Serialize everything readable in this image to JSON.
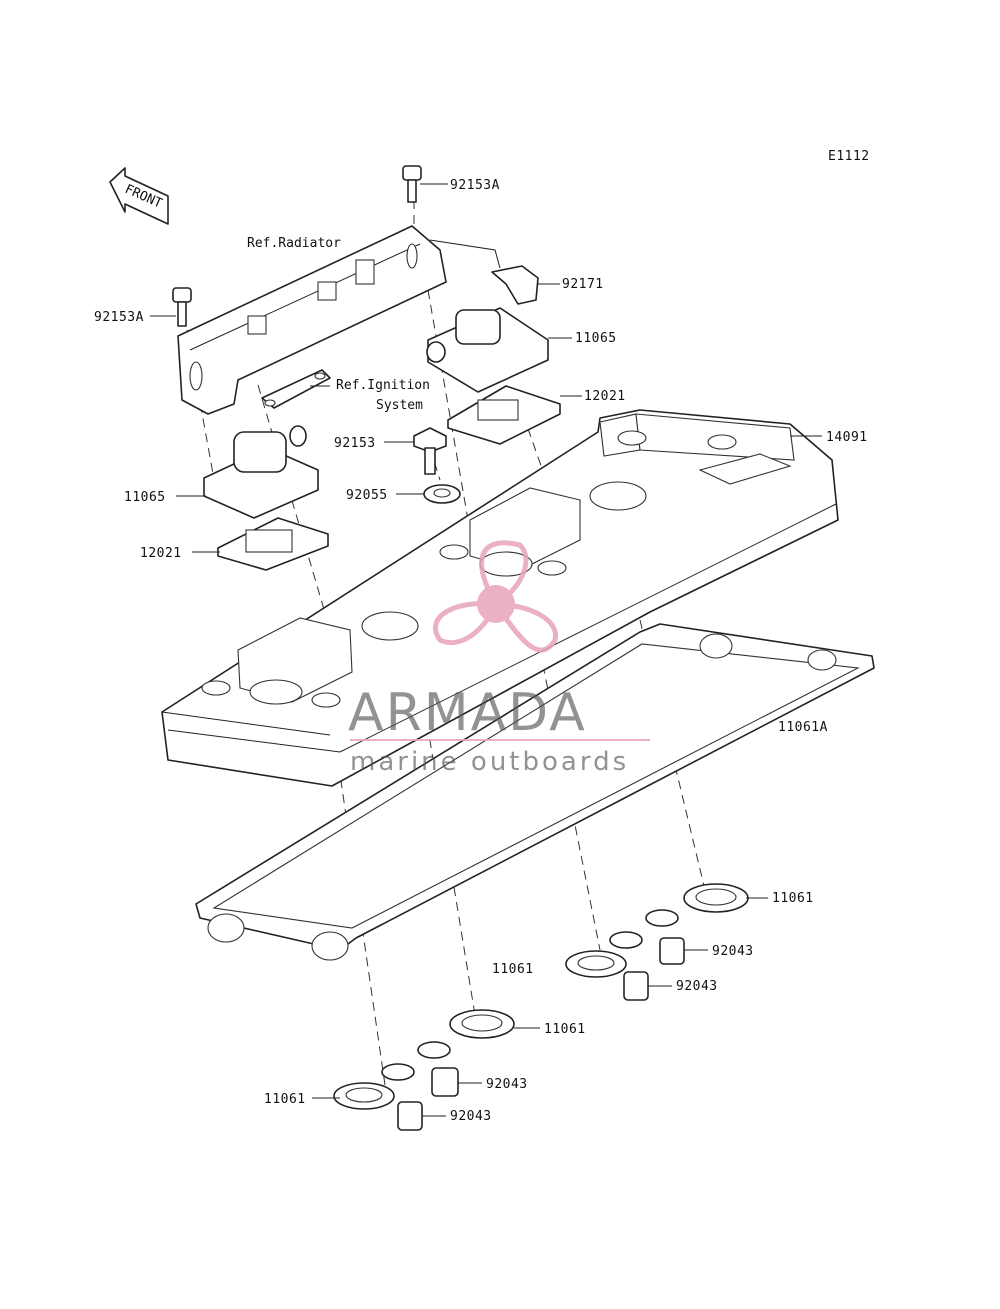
{
  "diagram_code": "E1112",
  "front_label": "FRONT",
  "references": {
    "radiator": "Ref.Radiator",
    "ignition_line1": "Ref.Ignition",
    "ignition_line2": "System"
  },
  "parts": {
    "bolt_right": "92153A",
    "bolt_left": "92153A",
    "clamp": "92171",
    "cap_right": "11065",
    "gasket_right": "12021",
    "cover": "14091",
    "bolt_center": "92153",
    "washer": "92055",
    "cap_left": "11065",
    "gasket_left": "12021",
    "cover_gasket": "11061A",
    "plug_gasket_r1": "11061",
    "sleeve_r1": "92043",
    "plug_gasket_c": "11061",
    "sleeve_r2": "92043",
    "plug_gasket_c2": "11061",
    "sleeve_l1": "92043",
    "plug_gasket_l": "11061",
    "sleeve_l2": "92043"
  },
  "watermark": {
    "brand": "ARMADA",
    "tagline": "marine outboards",
    "logo_color": "#e8a3bd"
  }
}
